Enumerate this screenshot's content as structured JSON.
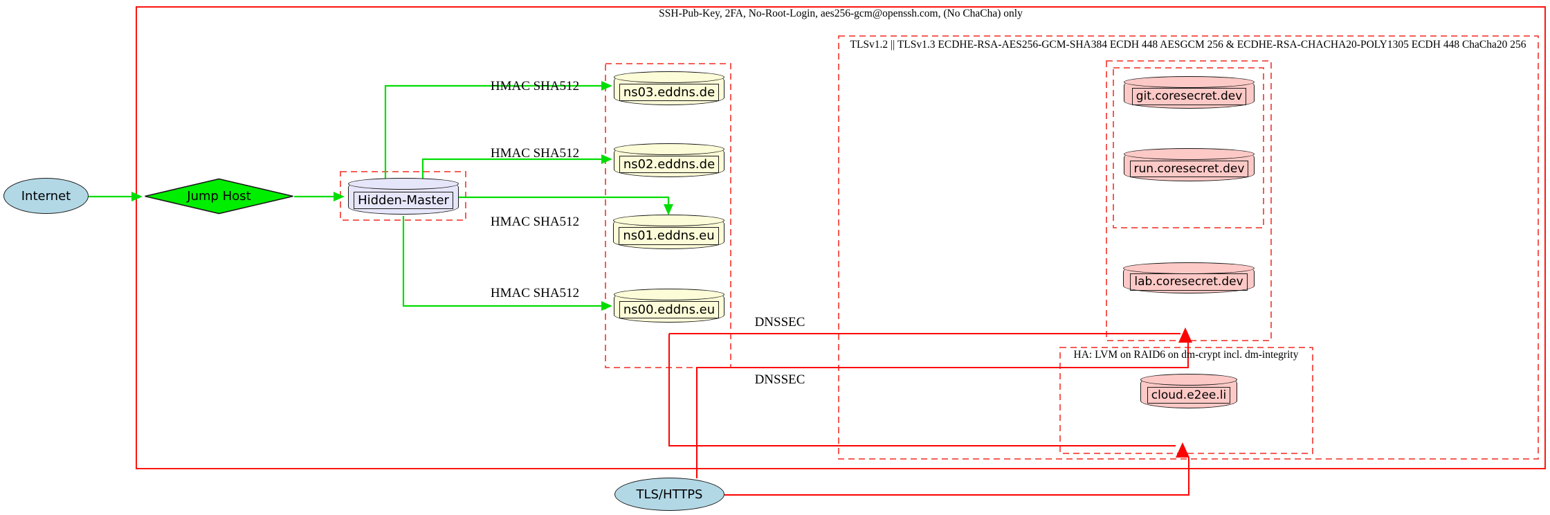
{
  "clusters": {
    "ssh": {
      "label": "SSH-Pub-Key, 2FA, No-Root-Login, aes256-gcm@openssh.com, (No ChaCha) only"
    },
    "tls": {
      "label": "TLSv1.2 || TLSv1.3 ECDHE-RSA-AES256-GCM-SHA384 ECDH 448 AESGCM 256 & ECDHE-RSA-CHACHA20-POLY1305 ECDH 448 ChaCha20 256"
    },
    "ha": {
      "label": "HA: LVM on RAID6 on dm-crypt incl. dm-integrity"
    }
  },
  "nodes": {
    "internet": {
      "label": "Internet",
      "shape": "ellipse",
      "fill": "#add8e6"
    },
    "jump_host": {
      "label": "Jump Host",
      "shape": "diamond",
      "fill": "#00ee00"
    },
    "hidden_master": {
      "label": "Hidden-Master",
      "shape": "cylinder",
      "fill": "#e6e6fa"
    },
    "ns03": {
      "label": "ns03.eddns.de",
      "shape": "cylinder",
      "fill": "#fcfcd8"
    },
    "ns02": {
      "label": "ns02.eddns.de",
      "shape": "cylinder",
      "fill": "#fcfcd8"
    },
    "ns01": {
      "label": "ns01.eddns.eu",
      "shape": "cylinder",
      "fill": "#fcfcd8"
    },
    "ns00": {
      "label": "ns00.eddns.eu",
      "shape": "cylinder",
      "fill": "#fcfcd8"
    },
    "git": {
      "label": "git.coresecret.dev",
      "shape": "cylinder",
      "fill": "#fdc9c6"
    },
    "run": {
      "label": "run.coresecret.dev",
      "shape": "cylinder",
      "fill": "#fdc9c6"
    },
    "lab": {
      "label": "lab.coresecret.dev",
      "shape": "cylinder",
      "fill": "#fdc9c6"
    },
    "cloud": {
      "label": "cloud.e2ee.li",
      "shape": "cylinder",
      "fill": "#fdc9c6"
    },
    "tls_https": {
      "label": "TLS/HTTPS",
      "shape": "ellipse",
      "fill": "#add8e6"
    }
  },
  "edge_labels": {
    "hmac_sha512": "HMAC SHA512",
    "dnssec": "DNSSEC"
  },
  "colors": {
    "cluster_border_red": "#fb1510",
    "secure_shell_edge_green": "#00dd00",
    "tls_edge_red": "#fb0200"
  }
}
